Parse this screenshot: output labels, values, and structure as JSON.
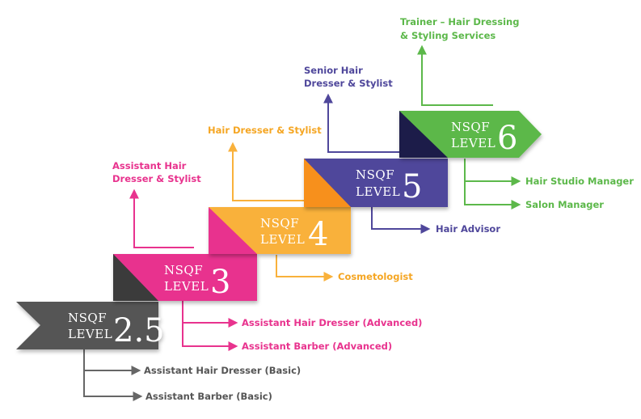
{
  "colors": {
    "level_2_5": "#555555",
    "level_3": "#e8338e",
    "level_4": "#f9b13b",
    "level_5": "#4f479b",
    "level_6": "#5cb84a",
    "level_2_5_text": "#666666",
    "level_4_text": "#f5a623"
  },
  "levels": [
    {
      "id": "2.5",
      "line1": "NSQF",
      "line2": "LEVEL",
      "number": "2.5"
    },
    {
      "id": "3",
      "line1": "NSQF",
      "line2": "LEVEL",
      "number": "3"
    },
    {
      "id": "4",
      "line1": "NSQF",
      "line2": "LEVEL",
      "number": "4"
    },
    {
      "id": "5",
      "line1": "NSQF",
      "line2": "LEVEL",
      "number": "5"
    },
    {
      "id": "6",
      "line1": "NSQF",
      "line2": "LEVEL",
      "number": "6"
    }
  ],
  "roles": {
    "assistant_hair_dresser_basic": "Assistant Hair Dresser (Basic)",
    "assistant_barber_basic": "Assistant Barber (Basic)",
    "assistant_hair_dresser_advanced": "Assistant Hair Dresser (Advanced)",
    "assistant_barber_advanced": "Assistant Barber (Advanced)",
    "assistant_hair_dresser_stylist_l1": "Assistant Hair",
    "assistant_hair_dresser_stylist_l2": "Dresser & Stylist",
    "cosmetologist": "Cosmetologist",
    "hair_dresser_stylist": "Hair Dresser & Stylist",
    "hair_advisor": "Hair Advisor",
    "senior_hair_dresser_l1": "Senior Hair",
    "senior_hair_dresser_l2": "Dresser & Stylist",
    "hair_studio_manager": "Hair Studio Manager",
    "salon_manager": "Salon Manager",
    "trainer_l1": "Trainer – Hair Dressing",
    "trainer_l2": "& Styling Services"
  }
}
